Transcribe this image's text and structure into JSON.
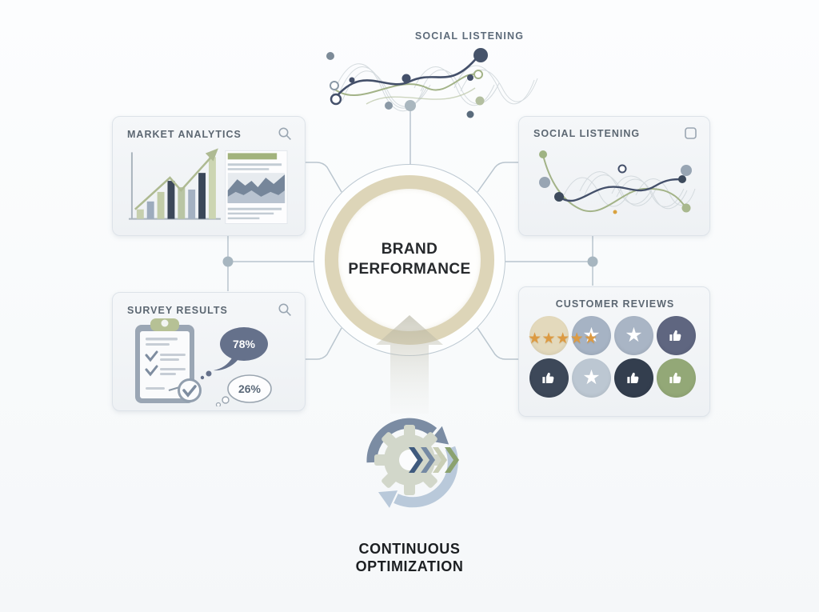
{
  "colors": {
    "background": "#fafbfc",
    "card_background": "#f2f4f6",
    "card_border": "#dde3e9",
    "title_text": "#5c6772",
    "connector": "#b9c5ce",
    "center_ring": "#ddd5b8",
    "navy_accent": "#44506a",
    "sage_accent": "#a3b388",
    "orange_star": "#dc9a42"
  },
  "top_graphic": {
    "label": "SOCIAL LISTENING"
  },
  "center": {
    "title": "BRAND PERFORMANCE"
  },
  "cards": {
    "market_analytics": {
      "title": "MARKET ANALYTICS",
      "icon": "search-icon",
      "bar_heights": [
        12,
        22,
        34,
        48,
        40,
        37,
        58,
        78
      ],
      "bar_colors": [
        "#c6cfae",
        "#9dabbd",
        "#c2cca8",
        "#3c4859",
        "#b9c5a4",
        "#a4b1c2",
        "#3a4759",
        "#ccd5b2"
      ]
    },
    "social_listening": {
      "title": "SOCIAL LISTENING",
      "icon": "square-icon"
    },
    "survey_results": {
      "title": "SURVEY RESULTS",
      "icon": "search-icon",
      "speech_stat": "78%",
      "thought_stat": "26%"
    },
    "customer_reviews": {
      "title": "CUSTOMER REVIEWS",
      "stars_overlay": {
        "count": 5,
        "color": "#dc9a42"
      },
      "badges": [
        {
          "shape": "plain",
          "color": "#e3d9bc"
        },
        {
          "shape": "star",
          "color": "#a6b3c4"
        },
        {
          "shape": "star",
          "color": "#a9b5c5"
        },
        {
          "shape": "thumb",
          "color": "#5f6680"
        },
        {
          "shape": "thumb",
          "color": "#3d4859"
        },
        {
          "shape": "star",
          "color": "#bcc7d2"
        },
        {
          "shape": "thumb",
          "color": "#333e4e"
        },
        {
          "shape": "thumb",
          "color": "#93a877"
        }
      ]
    }
  },
  "bottom": {
    "label": "CONTINUOUS OPTIMIZATION"
  }
}
